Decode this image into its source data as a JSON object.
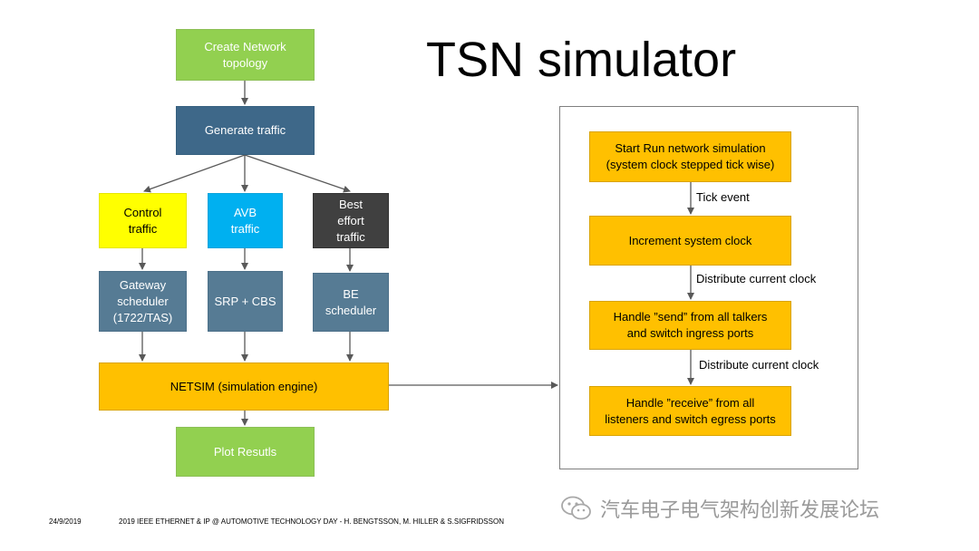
{
  "title": "TSN simulator",
  "flow": {
    "create_topology": "Create Network\ntopology",
    "generate_traffic": "Generate traffic",
    "control_traffic": "Control\ntraffic",
    "avb_traffic": "AVB\ntraffic",
    "best_effort_traffic": "Best\neffort\ntraffic",
    "gateway_scheduler": "Gateway\nscheduler\n(1722/TAS)",
    "srp_cbs": "SRP + CBS",
    "be_scheduler": "BE\nscheduler",
    "netsim": "NETSIM (simulation engine)",
    "plot_results": "Plot Resutls"
  },
  "simulation": {
    "start_run": "Start Run network simulation\n(system clock stepped tick wise)",
    "tick_event": "Tick event",
    "increment_clock": "Increment system clock",
    "distribute_clock_1": "Distribute current clock",
    "handle_send": "Handle ”send” from all talkers\nand switch ingress ports",
    "distribute_clock_2": "Distribute current clock",
    "handle_receive": "Handle ”receive” from all\nlisteners and switch egress ports"
  },
  "footer": {
    "date": "24/9/2019",
    "credit": "2019 IEEE ETHERNET & IP @ AUTOMOTIVE TECHNOLOGY DAY - H. BENGTSSON, M. HILLER & S.SIGFRIDSSON"
  },
  "watermark": {
    "text": "汽车电子电气架构创新发展论坛",
    "icon": "wechat-icon"
  },
  "colors": {
    "green": "#92d050",
    "dark_blue": "#3e6889",
    "yellow": "#ffff00",
    "cyan": "#00b0f0",
    "dark_gray": "#404040",
    "steel_blue": "#567b94",
    "orange": "#ffc000",
    "arrow": "#595959"
  }
}
